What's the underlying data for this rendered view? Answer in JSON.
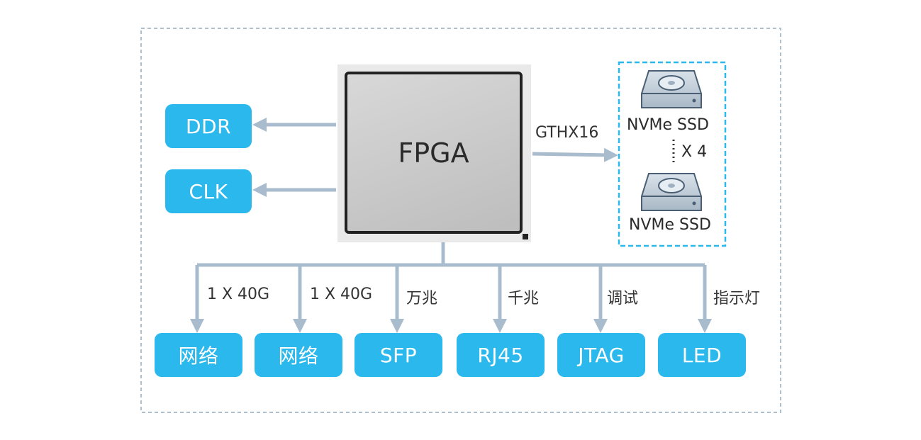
{
  "fpga": {
    "label": "FPGA"
  },
  "left_modules": [
    {
      "label": "DDR"
    },
    {
      "label": "CLK"
    }
  ],
  "storage": {
    "link_label": "GTHX16",
    "ssd_top_label": "NVMe  SSD",
    "ssd_bottom_label": "NVMe  SSD",
    "multiplier": "X 4"
  },
  "bottom_links": [
    {
      "link_label": "1 X 40G",
      "module": "网络"
    },
    {
      "link_label": "1 X 40G",
      "module": "网络"
    },
    {
      "link_label": "万兆",
      "module": "SFP"
    },
    {
      "link_label": "千兆",
      "module": "RJ45"
    },
    {
      "link_label": "调试",
      "module": "JTAG"
    },
    {
      "link_label": "指示灯",
      "module": "LED"
    }
  ],
  "colors": {
    "module": "#2bb8ec",
    "arrow": "#a9bccd",
    "border": "#aebfcd",
    "ssd_border": "#2bb8ec"
  }
}
